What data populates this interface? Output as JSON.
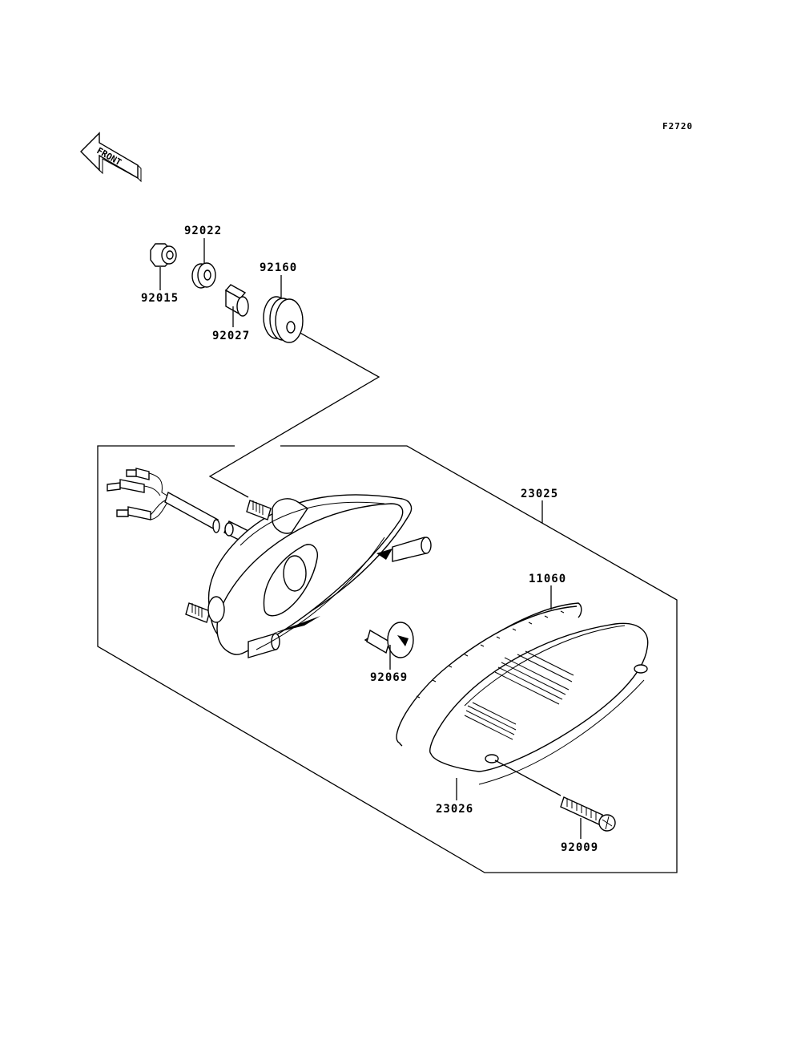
{
  "diagram": {
    "figure_code": "F2720",
    "direction_label": "FRONT",
    "parts": {
      "p92015": "92015",
      "p92022": "92022",
      "p92027": "92027",
      "p92160": "92160",
      "p23025": "23025",
      "p11060": "11060",
      "p92069": "92069",
      "p23026": "23026",
      "p92009": "92009"
    }
  }
}
